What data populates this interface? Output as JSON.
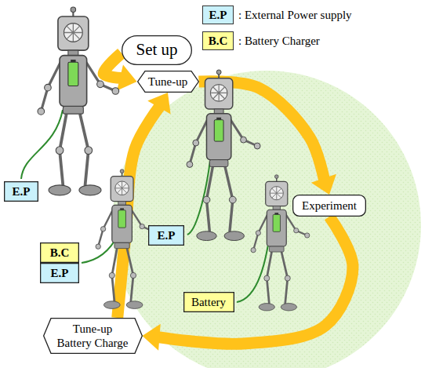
{
  "diagram": {
    "nodes": [
      {
        "text": [
          "Set up"
        ]
      },
      {
        "text": [
          "Tune-up"
        ]
      },
      {
        "text": [
          "Experiment"
        ]
      },
      {
        "text": [
          "Tune-up Battery Charge"
        ]
      },
      {
        "text": [
          "E.P"
        ]
      },
      {
        "text": [
          "E.P"
        ]
      },
      {
        "text": [
          "Battery"
        ]
      },
      {
        "text": [
          "B.C"
        ]
      },
      {
        "text": [
          "E.P"
        ]
      }
    ],
    "edges": [
      {
        "from": 0,
        "to": 1,
        "arrow": "to"
      },
      {
        "from": 1,
        "to": 2,
        "arrow": "to"
      },
      {
        "from": 2,
        "to": 3,
        "arrow": "to"
      },
      {
        "from": 3,
        "to": 1,
        "arrow": "to"
      }
    ],
    "labels": [
      "E.P",
      "B.C"
    ],
    "legend": [
      {
        "text": ": External Power supply",
        "color": "#c9f1fb"
      },
      {
        "text": ": Battery Charger",
        "color": "#ffff99"
      }
    ]
  }
}
